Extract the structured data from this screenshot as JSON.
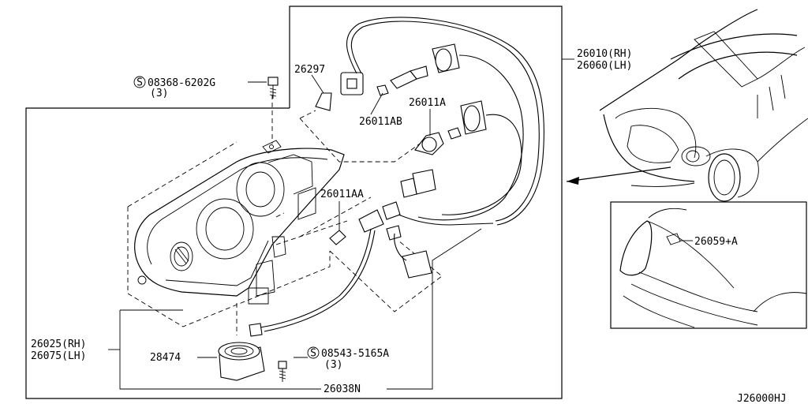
{
  "diagram": {
    "callouts": {
      "p26297": "26297",
      "p08368": "08368-6202G",
      "p08368_qty": "(3)",
      "p26011AB": "26011AB",
      "p26011A": "26011A",
      "p26011AA": "26011AA",
      "p26010": "26010(RH)",
      "p26060": "26060(LH)",
      "p26059A": "26059+A",
      "p26025": "26025(RH)",
      "p26075": "26075(LH)",
      "p28474": "28474",
      "p08543": "08543-5165A",
      "p08543_qty": "(3)",
      "p26038N": "26038N",
      "drawing_code": "J26000HJ"
    },
    "screw_symbol": "S"
  }
}
